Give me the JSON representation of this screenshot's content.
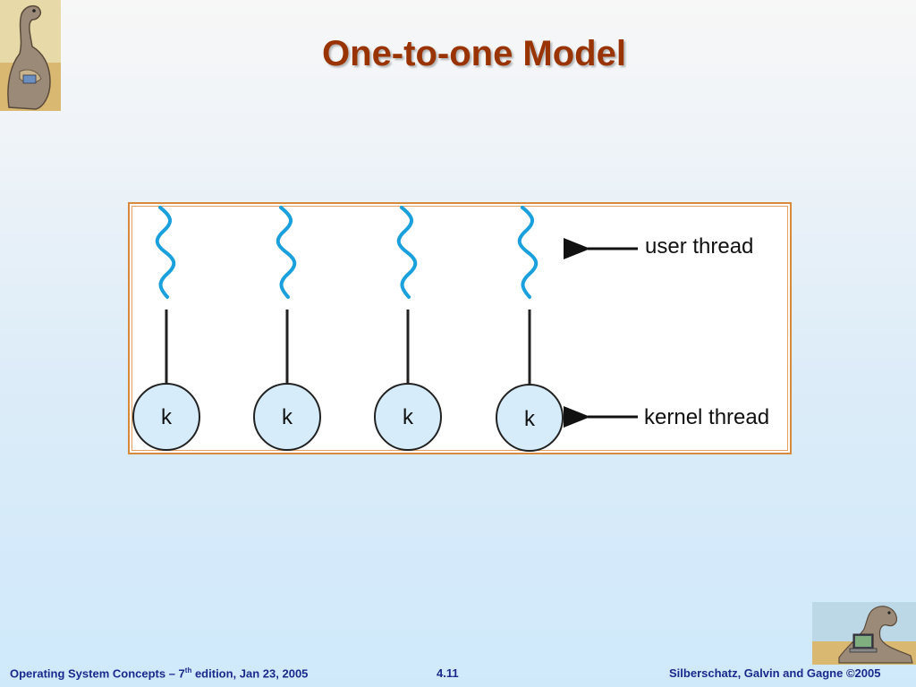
{
  "slide": {
    "title": "One-to-one Model"
  },
  "diagram": {
    "kernel_nodes": [
      "k",
      "k",
      "k",
      "k"
    ],
    "user_thread_label": "user thread",
    "kernel_thread_label": "kernel thread",
    "colors": {
      "thread_wave": "#1aa0dc",
      "kernel_fill": "#d6ecfb",
      "frame": "#d88a3c"
    }
  },
  "footer": {
    "left_prefix": "Operating System Concepts – 7",
    "left_sup": "th",
    "left_suffix": " edition, Jan 23, 2005",
    "page_number": "4.11",
    "right": "Silberschatz, Galvin and Gagne ©2005"
  }
}
